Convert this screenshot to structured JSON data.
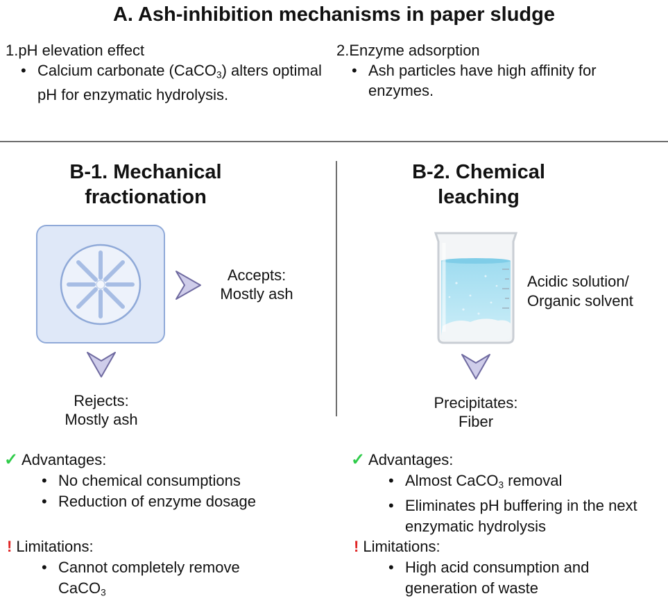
{
  "section_a": {
    "title": "A. Ash-inhibition mechanisms in paper sludge",
    "mech1": {
      "heading": "1.pH elevation effect",
      "bullet_pre": "Calcium carbonate (CaCO",
      "bullet_sub": "3",
      "bullet_post": ") alters optimal pH for enzymatic hydrolysis."
    },
    "mech2": {
      "heading": "2.Enzyme adsorption",
      "bullet": "Ash particles have high affinity for enzymes."
    }
  },
  "section_b1": {
    "title_line1": "B-1. Mechanical",
    "title_line2": "fractionation",
    "accepts_line1": "Accepts:",
    "accepts_line2": "Mostly ash",
    "rejects_line1": "Rejects:",
    "rejects_line2": "Mostly ash",
    "advantages_label": "Advantages:",
    "advantages": [
      "No chemical consumptions",
      "Reduction of enzyme dosage"
    ],
    "limitations_label": "Limitations:",
    "limitation_pre": "Cannot completely remove",
    "limitation_chem": "CaCO",
    "limitation_sub": "3"
  },
  "section_b2": {
    "title_line1": "B-2. Chemical",
    "title_line2": "leaching",
    "solution_line1": "Acidic solution/",
    "solution_line2": "Organic solvent",
    "precip_line1": "Precipitates:",
    "precip_line2": "Fiber",
    "advantages_label": "Advantages:",
    "adv1_pre": "Almost CaCO",
    "adv1_sub": "3",
    "adv1_post": " removal",
    "adv2": "Eliminates pH buffering in the next enzymatic hydrolysis",
    "limitations_label": "Limitations:",
    "limitation": "High acid consumption and generation of waste"
  },
  "icons": {
    "check": "✓",
    "exclamation": "!"
  },
  "colors": {
    "panel_fill": "#dfe8f8",
    "panel_stroke": "#8fa9d8",
    "arrow_fill": "#cfcdea",
    "arrow_stroke": "#6f6aa0",
    "check": "#2fcc4a",
    "exclamation": "#e02424",
    "divider": "#6d6d6d"
  }
}
